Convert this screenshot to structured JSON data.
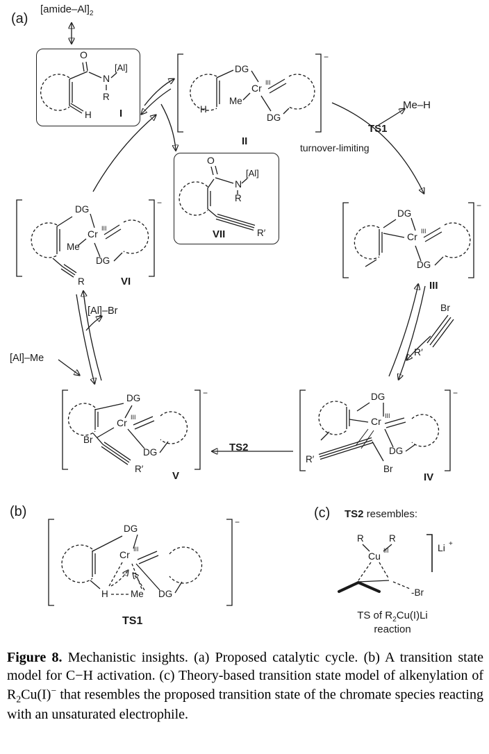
{
  "panels": {
    "a": "(a)",
    "b": "(b)",
    "c": "(c)"
  },
  "atoms": {
    "dg": "DG",
    "cr": "Cr",
    "ox": "III",
    "me": "Me",
    "h": "H",
    "br": "Br",
    "r": "R",
    "r_prime": "R′",
    "o": "O",
    "n": "N",
    "al": "[Al]",
    "charge": "−",
    "cu": "Cu",
    "li": "Li",
    "plus": "+",
    "minus_br": "-Br"
  },
  "species": {
    "i": "I",
    "ii": "II",
    "iii": "III",
    "iv": "IV",
    "v": "V",
    "vi": "VI",
    "vii": "VII"
  },
  "annotations": {
    "amide_al": "[amide–Al]",
    "amide_al_sub": "2",
    "me_h": "Me–H",
    "ts1": "TS1",
    "turnover_limiting": "turnover-limiting",
    "al_br": "[Al]–Br",
    "al_me": "[Al]–Me",
    "ts2": "TS2",
    "alkyne_br": "Br",
    "alkyne_r_prime": "R′"
  },
  "panel_c": {
    "ts2": "TS2",
    "resembles": "resembles:",
    "line1_pre": "TS of R",
    "line1_sub": "2",
    "line1_post": "Cu(I)Li",
    "line2": "reaction"
  },
  "caption": {
    "figure": "Figure 8.",
    "part1": " Mechanistic insights. (a) Proposed catalytic cycle. (b) A transition state model for C−H activation. (c) Theory-based transition state model of alkenylation of R",
    "sub2": "2",
    "part2": "Cu(I)",
    "sup_minus": "−",
    "part3": " that resembles the proposed transition state of the chromate species reacting with an unsaturated electrophile."
  }
}
